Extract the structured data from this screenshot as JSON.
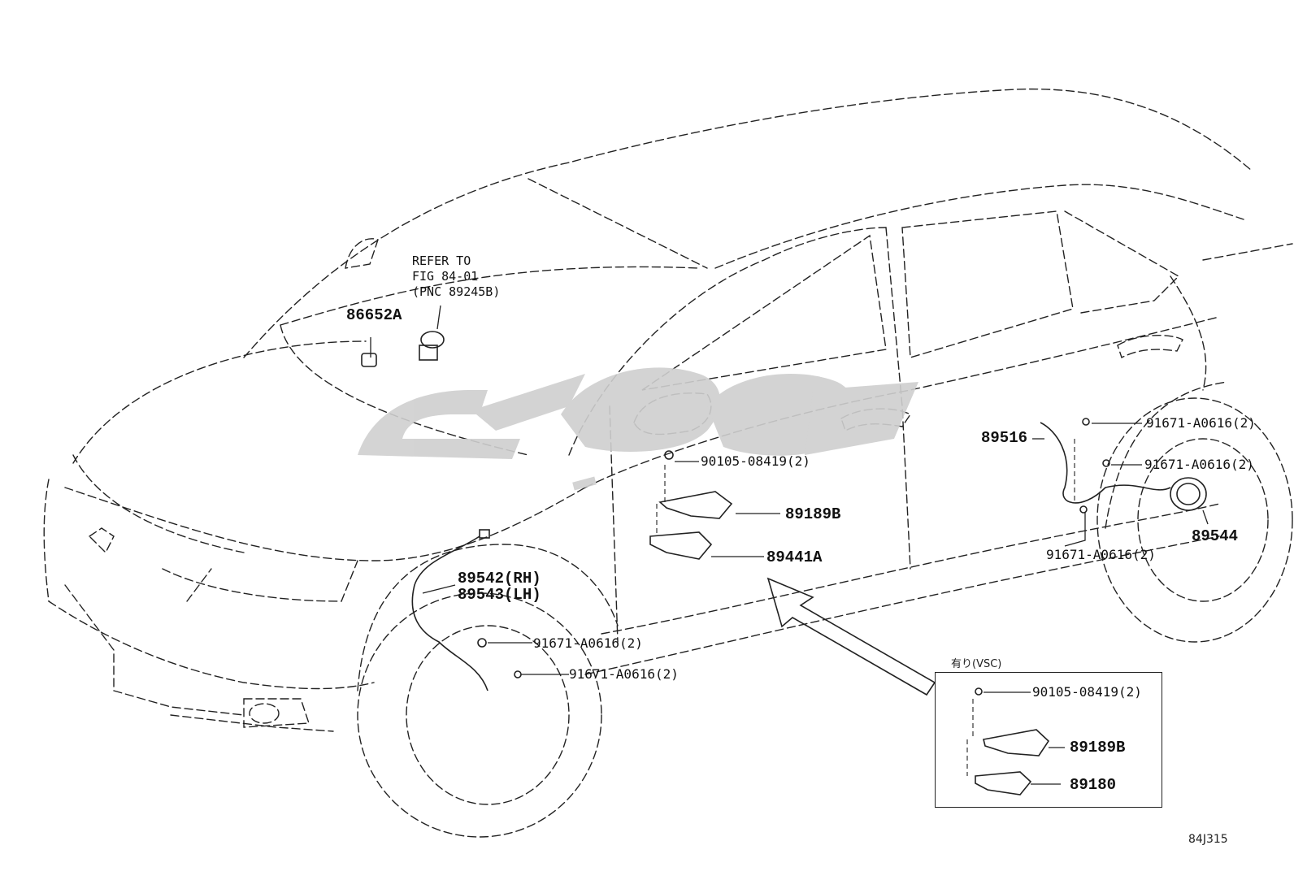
{
  "refer_note": {
    "line1": "REFER TO",
    "line2": "FIG 84-01",
    "line3": "(PNC 89245B)"
  },
  "parts": {
    "p86652A": "86652A",
    "p89516": "89516",
    "p91671_top": "91671-A0616(2)",
    "p91671_mid": "91671-A0616(2)",
    "p90105_main": "90105-08419(2)",
    "p89189B_main": "89189B",
    "p89441A": "89441A",
    "p91671_low_right": "91671-A0616(2)",
    "p89544": "89544",
    "p89542": "89542(RH)",
    "p89543": "89543(LH)",
    "p91671_front1": "91671-A0616(2)",
    "p91671_front2": "91671-A0616(2)"
  },
  "inset": {
    "title": "有り(VSC)",
    "p90105": "90105-08419(2)",
    "p89189B": "89189B",
    "p89180": "89180"
  },
  "figure_code": "84J315",
  "watermark_color": "#cfcfcf"
}
